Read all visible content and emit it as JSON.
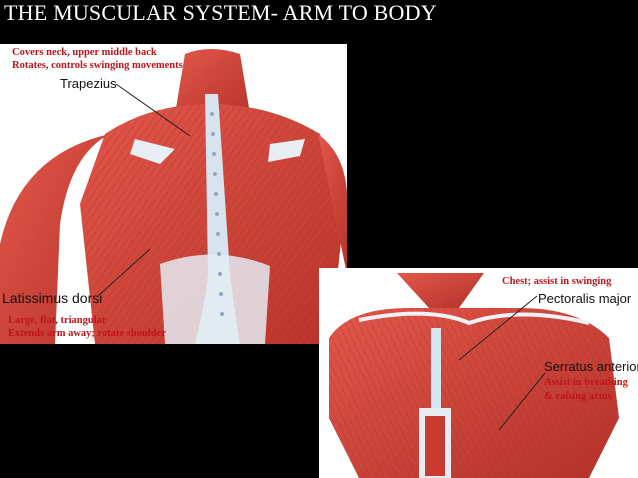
{
  "slide": {
    "title": "THE MUSCULAR SYSTEM- ARM TO BODY"
  },
  "back_figure": {
    "trapezius": {
      "name": "Trapezius",
      "note_line1": "Covers neck, upper middle back",
      "note_line2": "Rotates, controls swinging movements"
    },
    "latissimus": {
      "name": "Latissimus dorsi",
      "note_line1": "Large, flat, triangular",
      "note_line2": "Extends arm away; rotate shoulder"
    }
  },
  "chest_figure": {
    "pectoralis": {
      "name": "Pectoralis major",
      "note": "Chest; assist in swinging"
    },
    "serratus": {
      "name": "Serratus anterior",
      "note_line1": "Assist in breathing",
      "note_line2": "& raising arms"
    }
  },
  "colors": {
    "background": "#000000",
    "title": "#ffffff",
    "note_text": "#c0141a",
    "muscle": "#d9473c",
    "muscle_dark": "#a8281f",
    "tendon": "#d7e3ee"
  }
}
